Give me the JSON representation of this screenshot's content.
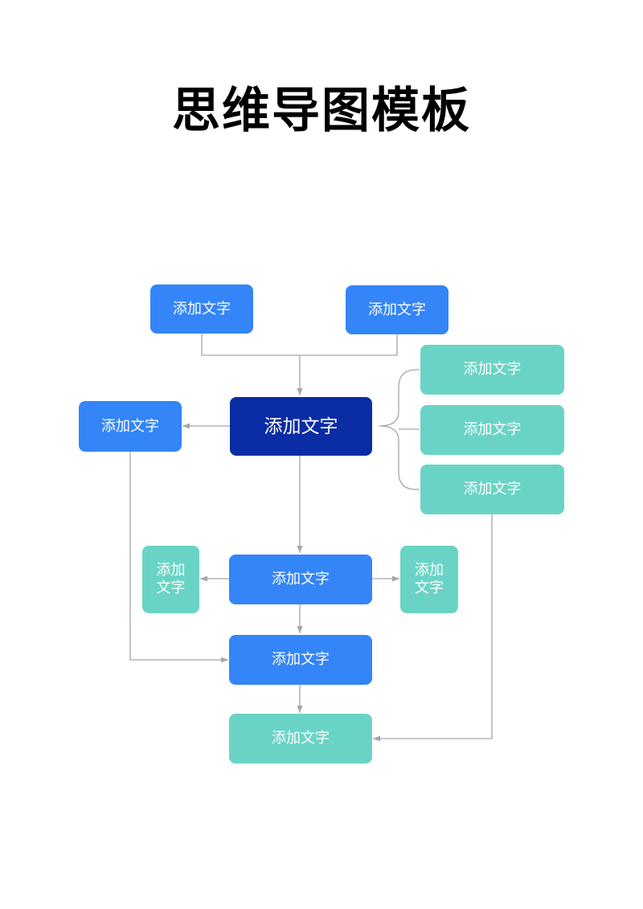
{
  "title": "思维导图模板",
  "colors": {
    "primary": "#3385f8",
    "secondary": "#69d4c5",
    "center": "#0a2ca4",
    "line": "#a6a6a6"
  },
  "nodes": {
    "top_left": "添加文字",
    "top_right": "添加文字",
    "center": "添加文字",
    "left": "添加文字",
    "right_1": "添加文字",
    "right_2": "添加文字",
    "right_3": "添加文字",
    "mid": "添加文字",
    "mid_left": "添加\n文字",
    "mid_right": "添加\n文字",
    "lower": "添加文字",
    "bottom": "添加文字"
  }
}
